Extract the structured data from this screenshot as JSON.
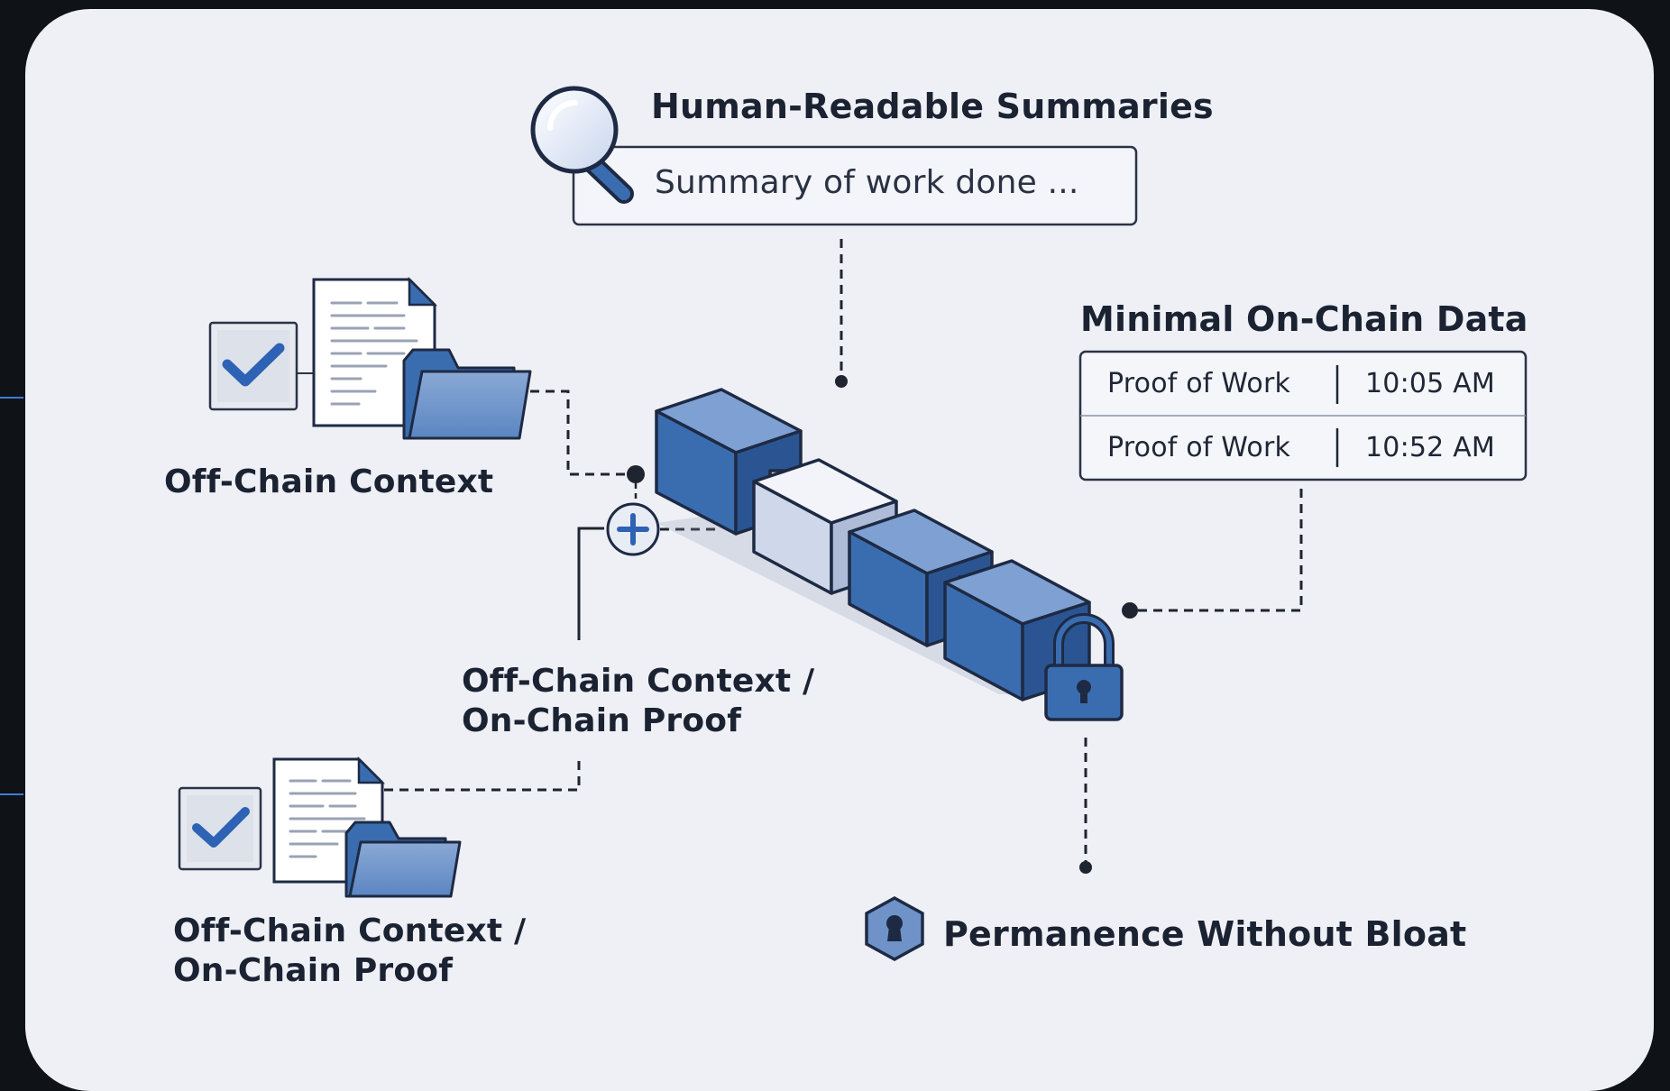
{
  "summaries": {
    "title": "Human-Readable Summaries",
    "field_text": "Summary of work done ..."
  },
  "onchain": {
    "title": "Minimal On-Chain Data",
    "rows": [
      {
        "label": "Proof of Work",
        "time": "10:05 AM"
      },
      {
        "label": "Proof of Work",
        "time": "10:52 AM"
      }
    ]
  },
  "offchain_top": {
    "label": "Off-Chain Context"
  },
  "middle_label": {
    "line1": "Off-Chain Context /",
    "line2": "On-Chain Proof"
  },
  "offchain_bottom": {
    "line1": "Off-Chain Context /",
    "line2": "On-Chain Proof"
  },
  "permanence": {
    "label": "Permanence Without Bloat"
  },
  "colors": {
    "block_dark": "#3a6db0",
    "block_light": "#dbe2f0",
    "outline": "#1e2a44",
    "accent": "#3f7bd8",
    "background": "#eef0f6"
  }
}
